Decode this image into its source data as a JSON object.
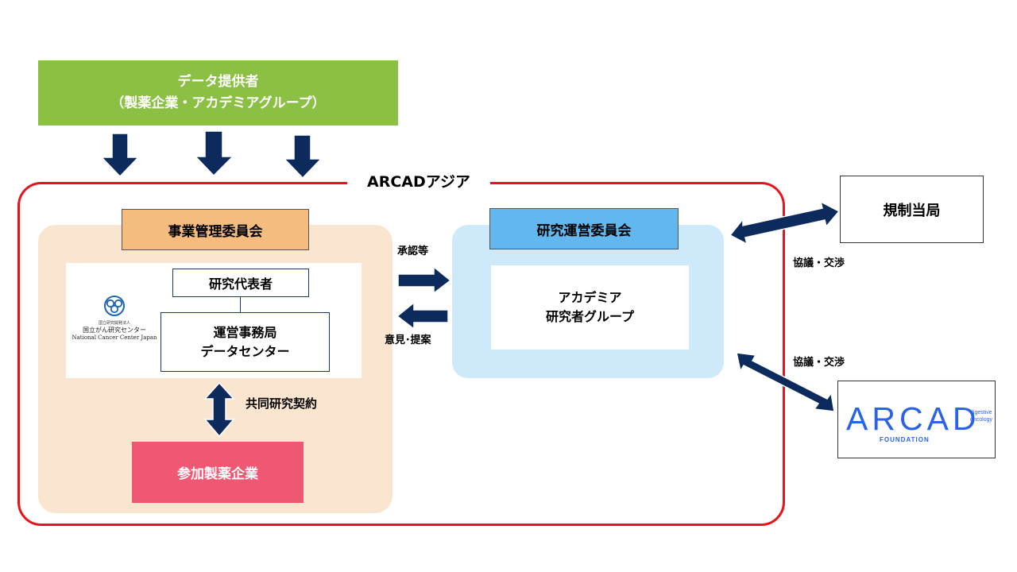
{
  "provider": {
    "line1": "データ提供者",
    "line2": "（製薬企業・アカデミアグループ）"
  },
  "arcad_asia": {
    "title": "ARCADアジア"
  },
  "management": {
    "title": "事業管理委員会",
    "representative": "研究代表者",
    "office_line1": "運営事務局",
    "office_line2": "データセンター"
  },
  "ncc_logo": {
    "line1": "国立研究開発法人",
    "line2": "国立がん研究センター",
    "line3": "National Cancer Center Japan"
  },
  "contract_label": "共同研究契約",
  "pharma": {
    "label": "参加製薬企業"
  },
  "research": {
    "title": "研究運営委員会",
    "academia_line1": "アカデミア",
    "academia_line2": "研究者グループ"
  },
  "flows": {
    "approval": "承認等",
    "opinion": "意見･提案"
  },
  "regulator": {
    "label": "規制当局"
  },
  "negotiation_1": "協議・交渉",
  "negotiation_2": "協議・交渉",
  "foundation": {
    "wordmark": "ARCAD",
    "foundation": "FOUNDATION",
    "digestive": "digestive",
    "oncology": "oncology"
  },
  "colors": {
    "provider": "#8bc045",
    "frame_red": "#e8141b",
    "mgmt_area": "#fae6d0",
    "mgmt_title": "#f4bd7f",
    "pharma": "#ef5772",
    "research_area": "#cde9fa",
    "research_title": "#62b7ee",
    "arrow_navy": "#0d2a5c",
    "arcad_blue": "#2b63e8"
  }
}
